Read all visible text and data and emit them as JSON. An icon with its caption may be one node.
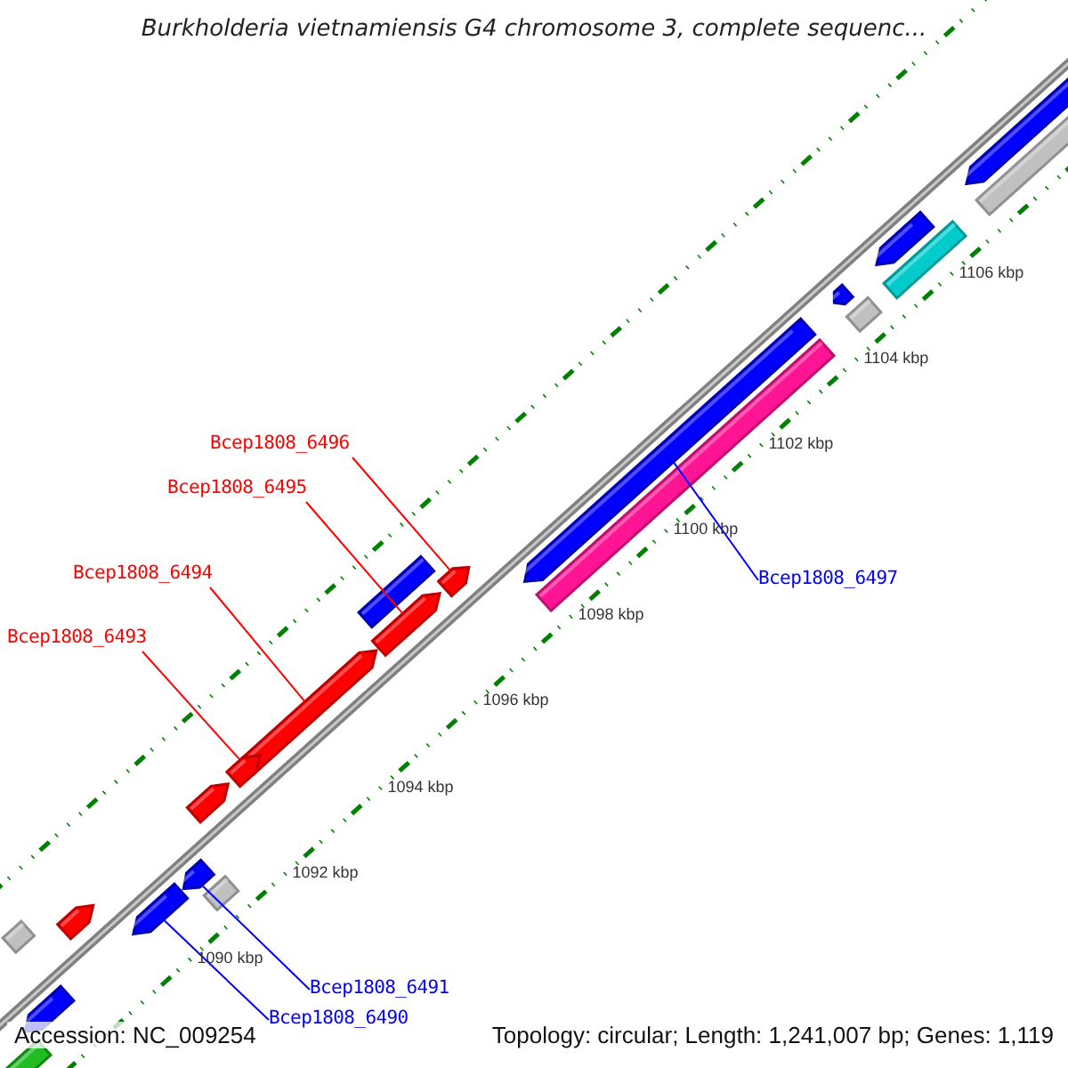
{
  "diagram": {
    "title": "Burkholderia vietnamiensis G4 chromosome 3, complete sequenc...",
    "nodes": [
      {
        "text": [
          "Bcep1808_6496"
        ]
      },
      {
        "text": [
          "Bcep1808_6495"
        ]
      },
      {
        "text": [
          "Bcep1808_6494"
        ]
      },
      {
        "text": [
          "Bcep1808_6493"
        ]
      },
      {
        "text": [
          "Bcep1808_6497"
        ]
      },
      {
        "text": [
          "Bcep1808_6491"
        ]
      },
      {
        "text": [
          "Bcep1808_6490"
        ]
      },
      {
        "text": [],
        "shape": "arrow"
      },
      {
        "text": [],
        "shape": "arrow"
      },
      {
        "text": [],
        "shape": "arrow"
      },
      {
        "text": [],
        "shape": "arrow"
      },
      {
        "text": [],
        "shape": "arrow"
      },
      {
        "text": [],
        "shape": "arrow"
      },
      {
        "text": [],
        "shape": "arrow"
      },
      {
        "text": [],
        "shape": "box"
      },
      {
        "text": [],
        "shape": "arrow"
      },
      {
        "text": [],
        "shape": "box"
      },
      {
        "text": [],
        "shape": "box"
      },
      {
        "text": [],
        "shape": "arrow"
      },
      {
        "text": [],
        "shape": "arrow"
      },
      {
        "text": [],
        "shape": "box"
      },
      {
        "text": [],
        "shape": "arrow"
      },
      {
        "text": [],
        "shape": "box"
      },
      {
        "text": [],
        "shape": "arrow"
      },
      {
        "text": [],
        "shape": "box"
      },
      {
        "text": [],
        "shape": "box"
      },
      {
        "text": [],
        "shape": "arrow"
      },
      {
        "text": [],
        "shape": "box"
      }
    ],
    "edges": [
      {
        "from": 0,
        "to": 7,
        "arrow": "none",
        "color": "#ff0000"
      },
      {
        "from": 1,
        "to": 8,
        "arrow": "none",
        "color": "#ff0000"
      },
      {
        "from": 2,
        "to": 9,
        "arrow": "none",
        "color": "#ff0000"
      },
      {
        "from": 3,
        "to": 10,
        "arrow": "none",
        "color": "#ff0000"
      },
      {
        "from": 4,
        "to": 11,
        "arrow": "none",
        "color": "#0000ff"
      },
      {
        "from": 5,
        "to": 12,
        "arrow": "none",
        "color": "#0000ff"
      },
      {
        "from": 6,
        "to": 13,
        "arrow": "none",
        "color": "#0000ff"
      }
    ],
    "labels": [
      "1106 kbp",
      "1104 kbp",
      "1102 kbp",
      "1100 kbp",
      "1098 kbp",
      "1096 kbp",
      "1094 kbp",
      "1092 kbp",
      "1090 kbp",
      "Accession: NC_009254",
      "Topology: circular; Length: 1,241,007 bp; Genes: 1,119"
    ]
  }
}
